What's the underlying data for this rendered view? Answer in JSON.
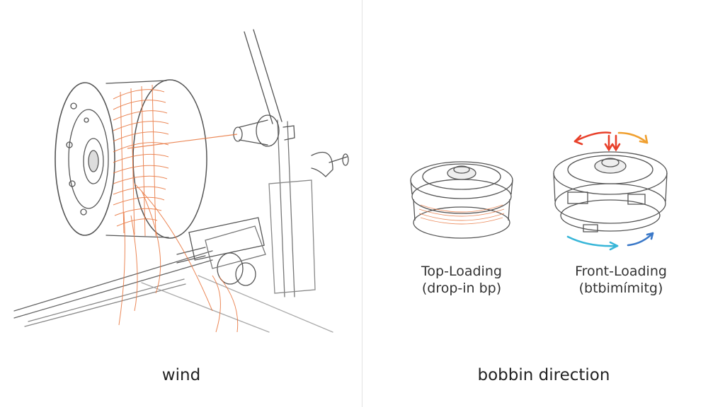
{
  "colors": {
    "thread": "#e8733a",
    "pencil": "#555555",
    "arrow_red": "#e8402a",
    "arrow_orange": "#f0a030",
    "arrow_cyan": "#38b6d8",
    "arrow_blue": "#3a78c8"
  },
  "left_panel": {
    "caption": "wind"
  },
  "right_panel": {
    "caption": "bobbin direction",
    "top_loading": {
      "line1": "Top-Loading",
      "line2": "(drop-in bp)"
    },
    "front_loading": {
      "line1": "Front-Loading",
      "line2": "(btbimímitg)"
    }
  }
}
